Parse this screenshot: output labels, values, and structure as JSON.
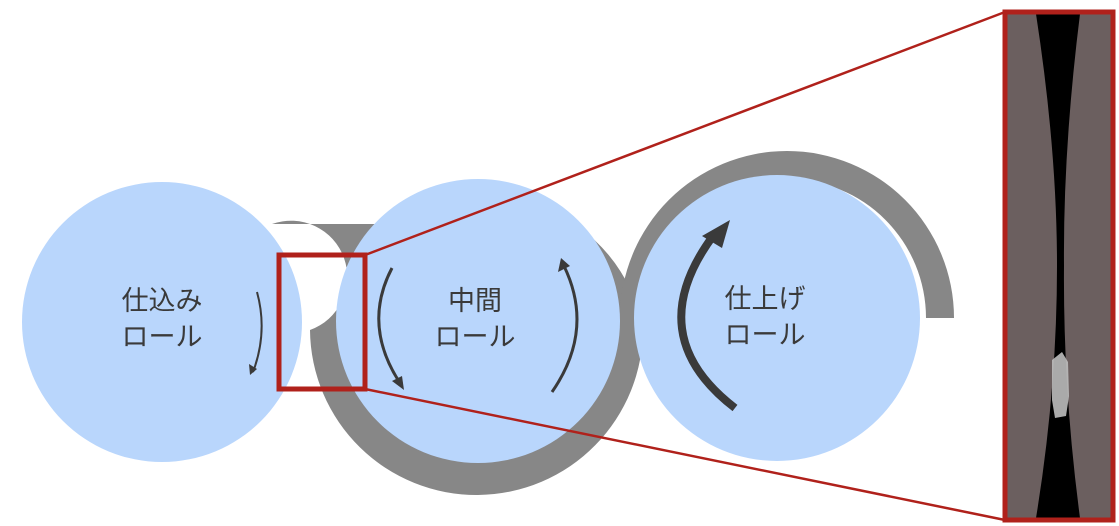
{
  "rolls": {
    "feed": {
      "line1": "仕込み",
      "line2": "ロール"
    },
    "middle": {
      "line1": "中間",
      "line2": "ロール"
    },
    "finish": {
      "line1": "仕上げ",
      "line2": "ロール"
    }
  },
  "colors": {
    "roll_fill": "#b9d6fc",
    "coating": "#878787",
    "arrow": "#3a3a3a",
    "callout": "#b0211b",
    "magnified_bg": "#6b5f5f",
    "magnified_gap": "#000000"
  }
}
